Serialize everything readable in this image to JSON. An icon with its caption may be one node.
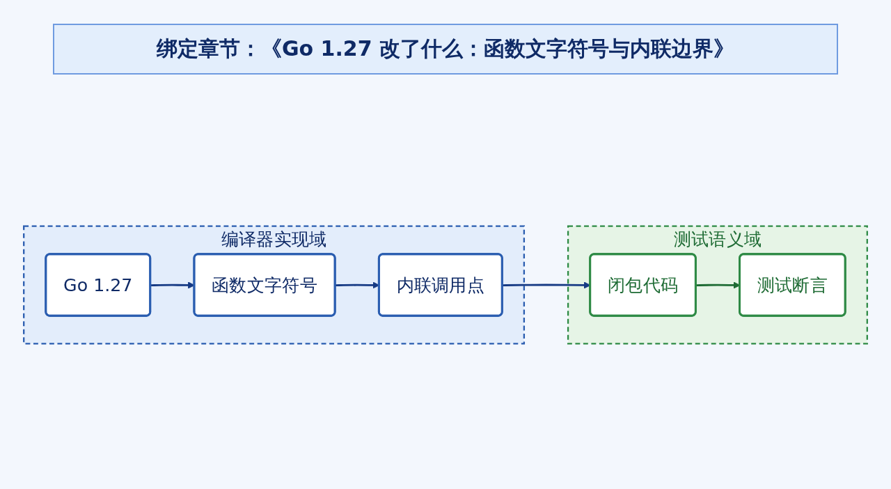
{
  "diagram": {
    "title": "绑定章节：《Go 1.27 改了什么：函数文字符号与内联边界》",
    "nodes": [
      {
        "text": [
          "编译器实现域"
        ]
      },
      {
        "text": [
          "Go 1.27"
        ],
        "in": 0
      },
      {
        "text": [
          "函数文字符号"
        ],
        "in": 0
      },
      {
        "text": [
          "内联调用点"
        ],
        "in": 0
      },
      {
        "text": [
          "测试语义域"
        ]
      },
      {
        "text": [
          "闭包代码"
        ],
        "in": 4
      },
      {
        "text": [
          "测试断言"
        ],
        "in": 4
      }
    ],
    "edges": [
      {
        "from": 1,
        "to": 2,
        "arrow": "to"
      },
      {
        "from": 2,
        "to": 3,
        "arrow": "to"
      },
      {
        "from": 3,
        "to": 5,
        "arrow": "to"
      },
      {
        "from": 5,
        "to": 6,
        "arrow": "to",
        "color": "#1e6b34"
      }
    ]
  }
}
